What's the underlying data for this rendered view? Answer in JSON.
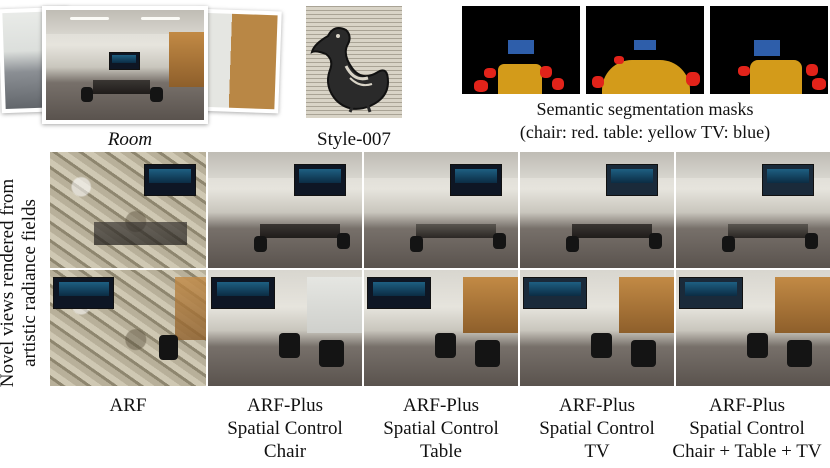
{
  "figure": {
    "room_caption": "Room",
    "style_caption": "Style-007",
    "mask_caption_line1": "Semantic segmentation masks",
    "mask_caption_line2": "(chair: red. table: yellow  TV: blue)",
    "side_label_line1": "Novel views rendered from",
    "side_label_line2": "artistic radiance fields",
    "columns": [
      {
        "line1": "ARF",
        "line2": "",
        "line3": ""
      },
      {
        "line1": "ARF-Plus",
        "line2": "Spatial Control",
        "line3": "Chair"
      },
      {
        "line1": "ARF-Plus",
        "line2": "Spatial Control",
        "line3": "Table"
      },
      {
        "line1": "ARF-Plus",
        "line2": "Spatial Control",
        "line3": "TV"
      },
      {
        "line1": "ARF-Plus",
        "line2": "Spatial Control",
        "line3": "Chair + Table + TV"
      }
    ]
  },
  "colors": {
    "mask_chair": "#e2231a",
    "mask_table": "#d39b1a",
    "mask_tv": "#2e5eaa"
  }
}
